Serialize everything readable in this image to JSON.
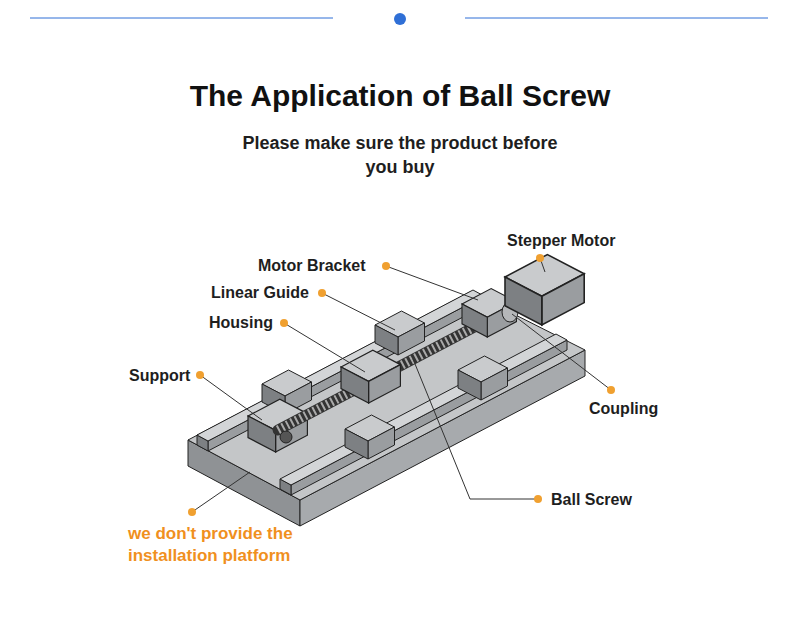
{
  "diagram": {
    "title": "The Application of Ball Screw",
    "labels": [
      "Please make sure the product before you buy",
      "Stepper Motor",
      "Motor Bracket",
      "Linear Guide",
      "Housing",
      "Support",
      "Coupling",
      "Ball Screw",
      "we don't provide the installation platform"
    ]
  }
}
